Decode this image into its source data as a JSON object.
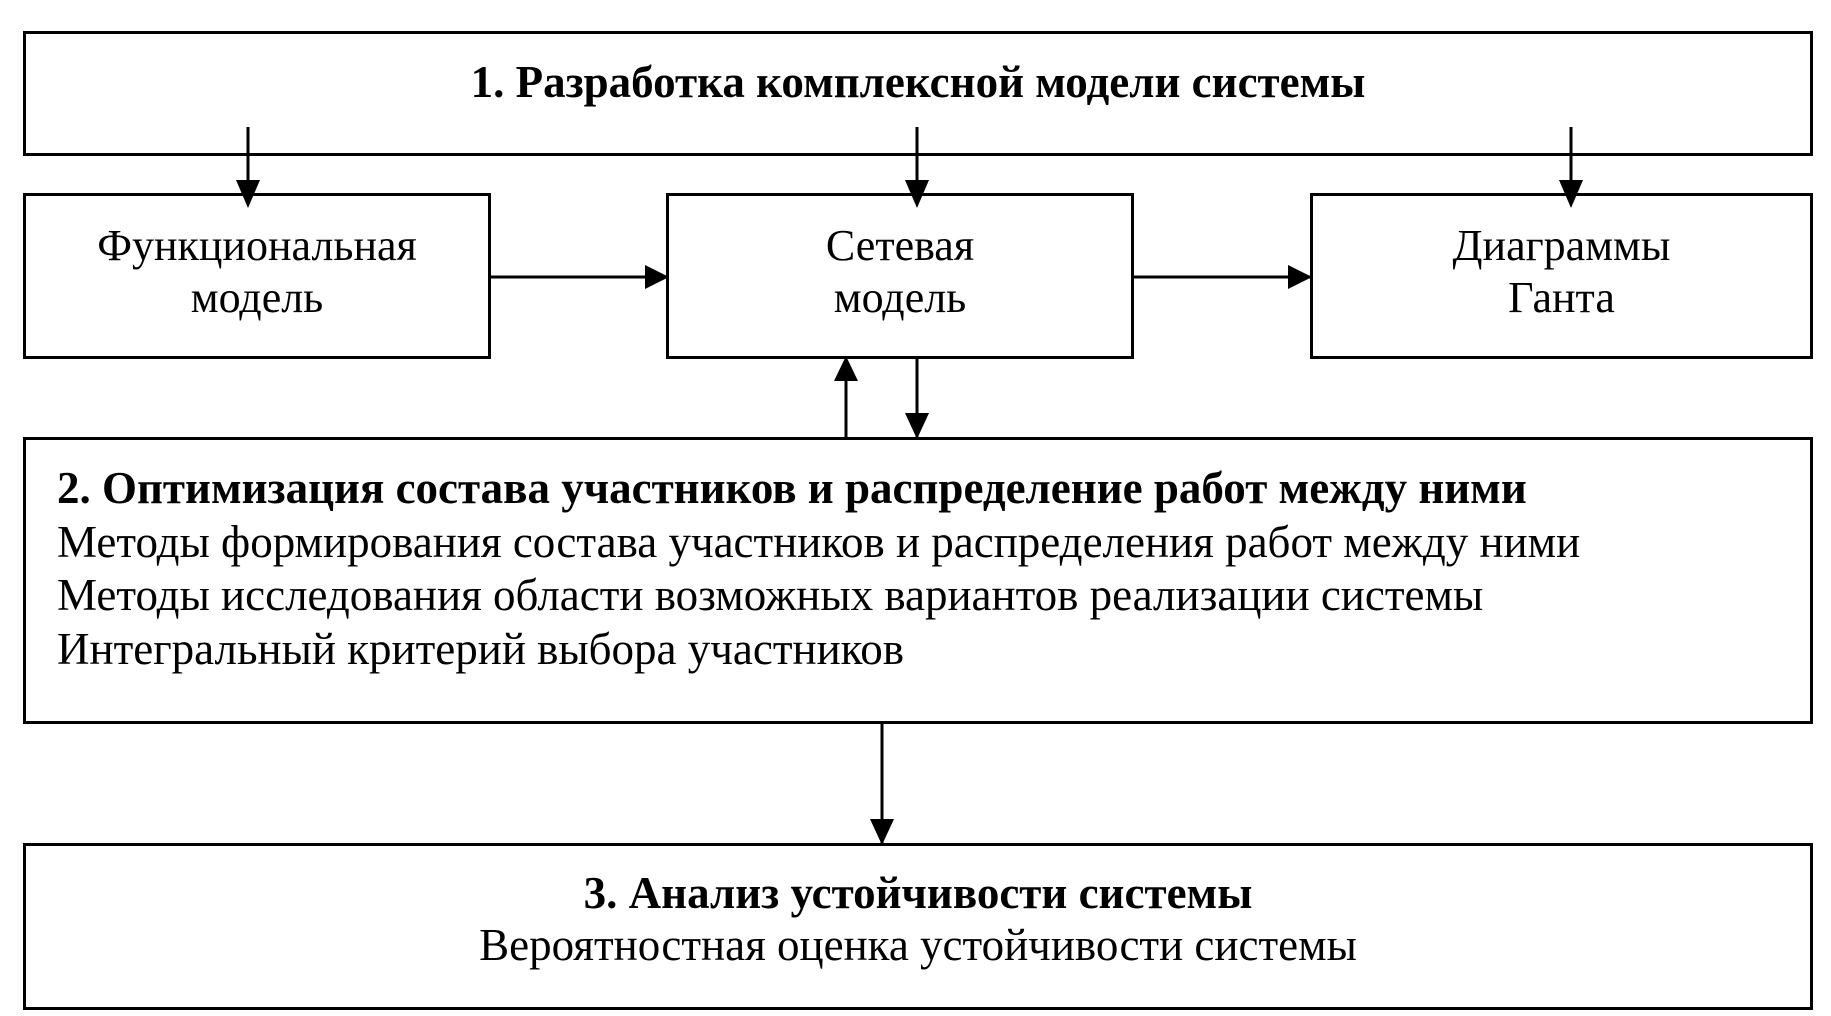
{
  "diagram": {
    "stage1": {
      "title": "1. Разработка комплексной модели системы"
    },
    "models": [
      {
        "id": "functional",
        "line1": "Функциональная",
        "line2": "модель"
      },
      {
        "id": "network",
        "line1": "Сетевая",
        "line2": "модель"
      },
      {
        "id": "gantt",
        "line1": "Диаграммы",
        "line2": "Ганта"
      }
    ],
    "stage2": {
      "title": "2. Оптимизация состава участников и распределение работ между ними",
      "items": [
        "Методы формирования состава участников и распределения работ между ними",
        "Методы исследования области возможных вариантов реализации системы",
        "Интегральный критерий выбора участников"
      ]
    },
    "stage3": {
      "title": "3. Анализ устойчивости системы",
      "subtitle": "Вероятностная оценка устойчивости системы"
    },
    "connections": [
      {
        "from": "stage1",
        "to": "functional"
      },
      {
        "from": "stage1",
        "to": "network"
      },
      {
        "from": "stage1",
        "to": "gantt"
      },
      {
        "from": "functional",
        "to": "network"
      },
      {
        "from": "network",
        "to": "gantt"
      },
      {
        "from": "stage2",
        "to": "network"
      },
      {
        "from": "network",
        "to": "stage2"
      },
      {
        "from": "stage2",
        "to": "stage3"
      }
    ]
  }
}
